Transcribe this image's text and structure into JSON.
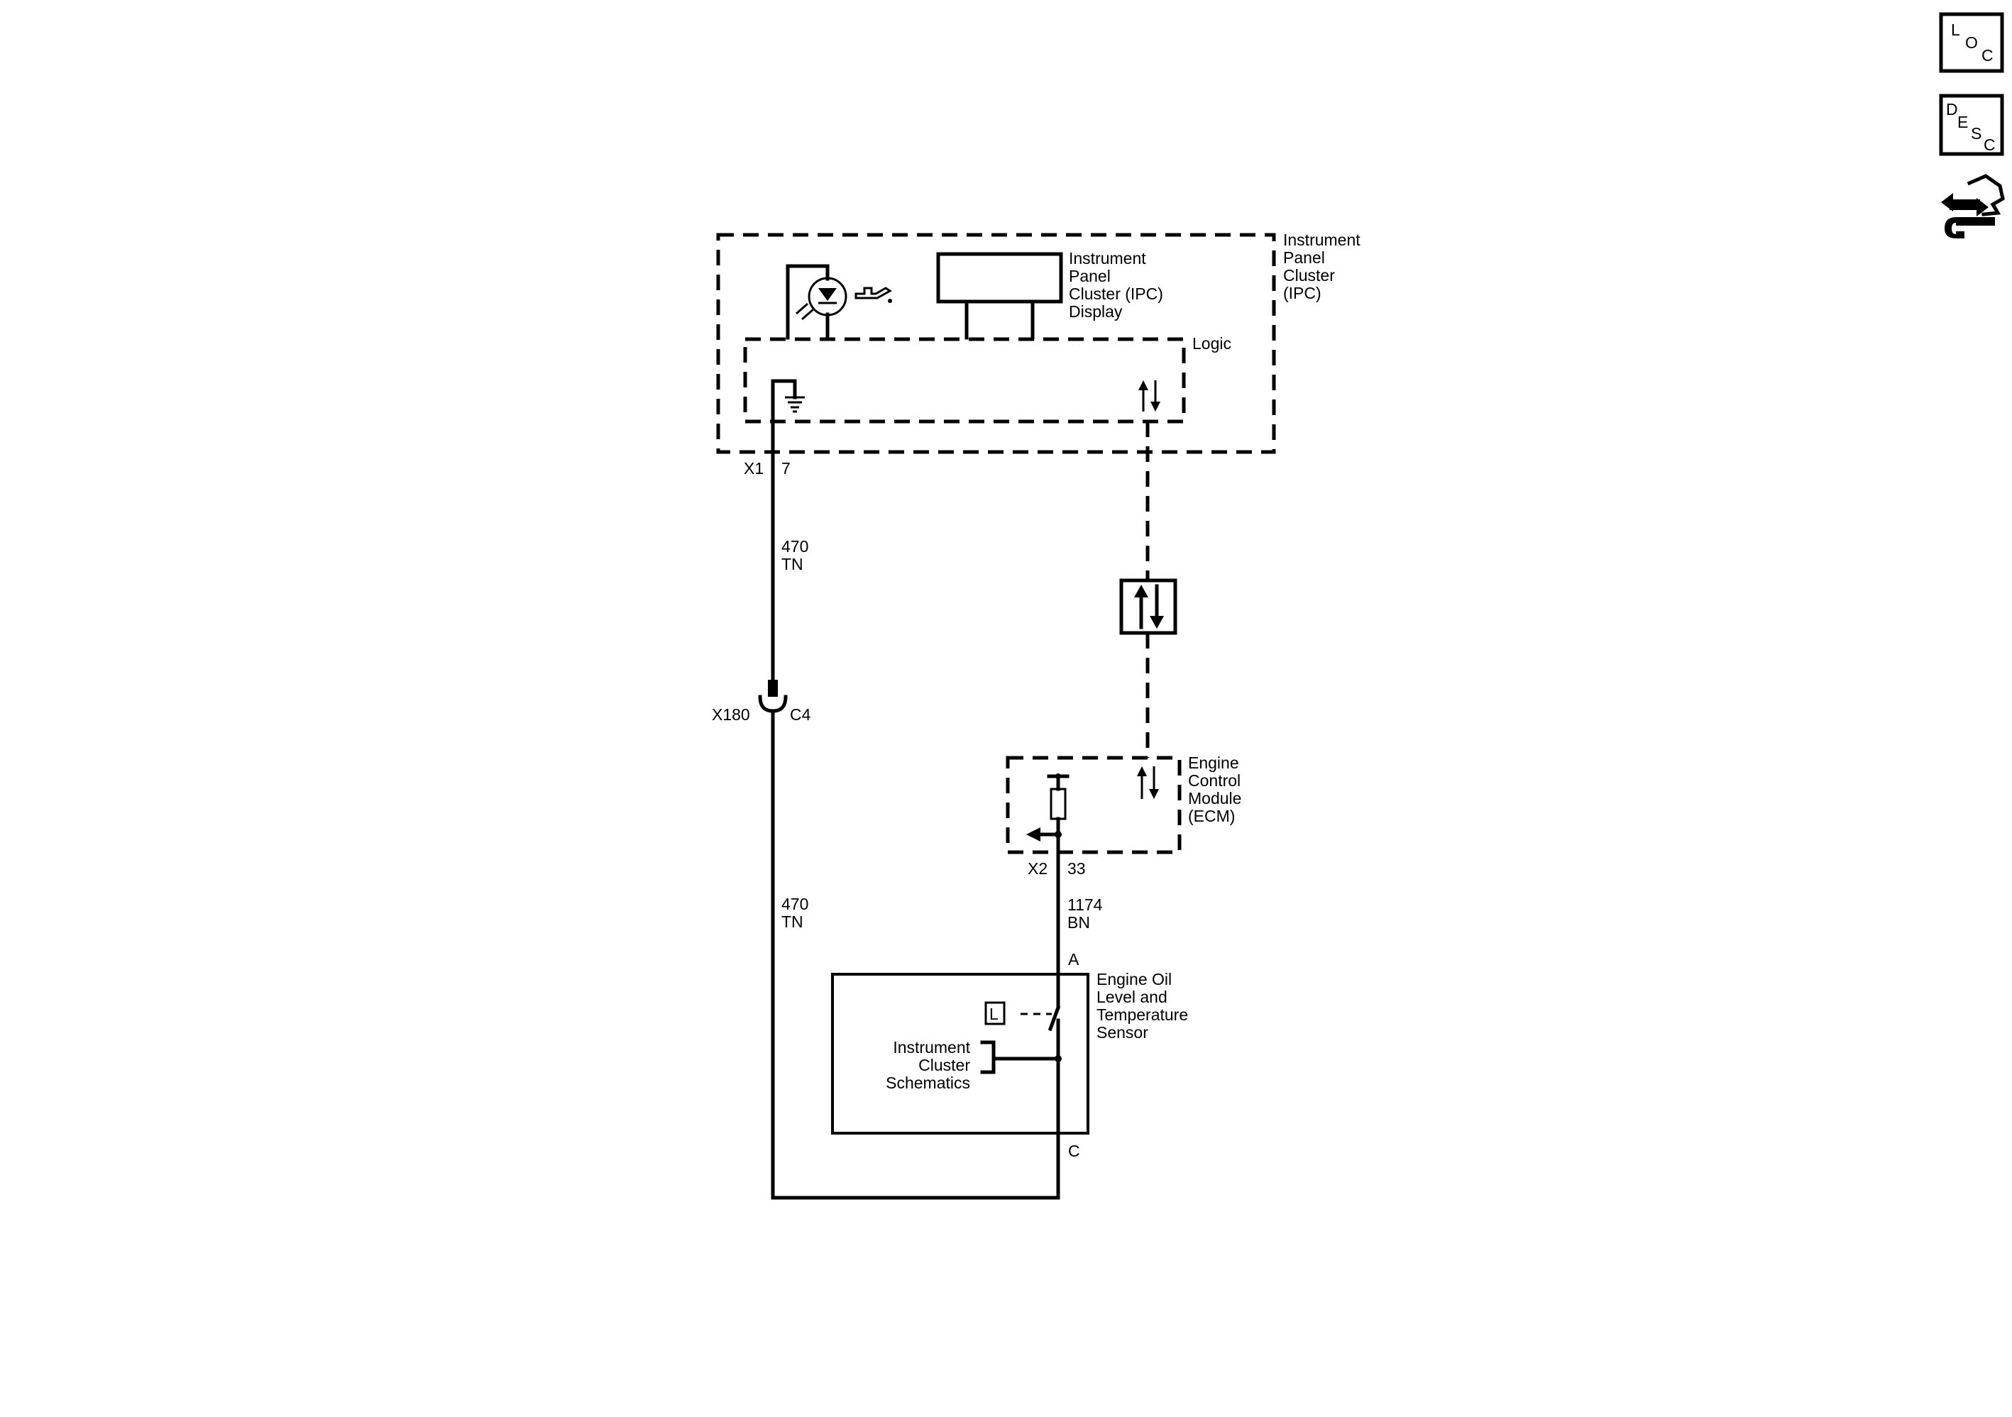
{
  "nav": {
    "loc": {
      "l1": "L",
      "l2": "O",
      "l3": "C"
    },
    "desc": {
      "l1": "D",
      "l2": "E",
      "l3": "S",
      "l4": "C"
    }
  },
  "ipc": {
    "label": [
      "Instrument",
      "Panel",
      "Cluster",
      "(IPC)"
    ],
    "display_label": [
      "Instrument",
      "Panel",
      "Cluster (IPC)",
      "Display"
    ],
    "logic_label": "Logic",
    "connector": "X1",
    "pin": "7"
  },
  "wire_ground": {
    "upper_circuit": "470",
    "upper_color": "TN",
    "lower_circuit": "470",
    "lower_color": "TN"
  },
  "inline_connector": {
    "name": "X180",
    "pin": "C4"
  },
  "ecm": {
    "label": [
      "Engine",
      "Control",
      "Module",
      "(ECM)"
    ],
    "connector": "X2",
    "pin": "33"
  },
  "wire_signal": {
    "circuit": "1174",
    "color": "BN"
  },
  "sensor": {
    "label": [
      "Engine Oil",
      "Level and",
      "Temperature",
      "Sensor"
    ],
    "pin_a": "A",
    "pin_c": "C",
    "level_symbol": "L",
    "ref_label": [
      "Instrument",
      "Cluster",
      "Schematics"
    ]
  }
}
